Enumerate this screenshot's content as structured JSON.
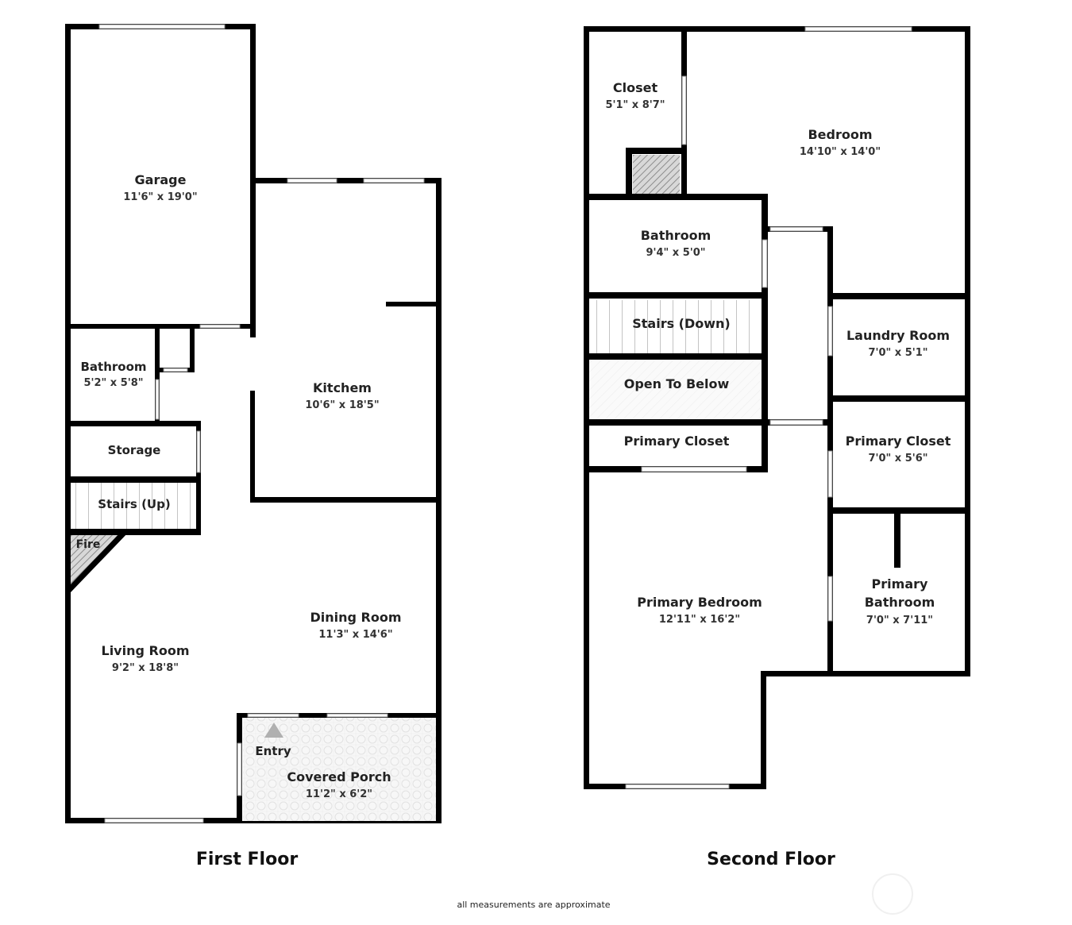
{
  "first_floor": {
    "title": "First Floor",
    "rooms": {
      "garage": {
        "name": "Garage",
        "dims": "11'6\" x 19'0\""
      },
      "kitchen": {
        "name": "Kitchem",
        "dims": "10'6\" x 18'5\""
      },
      "bathroom": {
        "name": "Bathroom",
        "dims": "5'2\" x 5'8\""
      },
      "storage": {
        "name": "Storage"
      },
      "stairs": {
        "name": "Stairs (Up)"
      },
      "fire": {
        "name": "Fire"
      },
      "living_room": {
        "name": "Living Room",
        "dims": "9'2\" x 18'8\""
      },
      "dining_room": {
        "name": "Dining Room",
        "dims": "11'3\" x 14'6\""
      },
      "entry": {
        "name": "Entry"
      },
      "covered_porch": {
        "name": "Covered Porch",
        "dims": "11'2\" x 6'2\""
      }
    }
  },
  "second_floor": {
    "title": "Second Floor",
    "rooms": {
      "closet": {
        "name": "Closet",
        "dims": "5'1\" x 8'7\""
      },
      "bedroom": {
        "name": "Bedroom",
        "dims": "14'10\" x 14'0\""
      },
      "bathroom": {
        "name": "Bathroom",
        "dims": "9'4\" x 5'0\""
      },
      "stairs": {
        "name": "Stairs (Down)"
      },
      "laundry": {
        "name": "Laundry Room",
        "dims": "7'0\" x 5'1\""
      },
      "open_below": {
        "name": "Open To Below"
      },
      "primary_closet_left": {
        "name": "Primary Closet"
      },
      "primary_closet_right": {
        "name": "Primary Closet",
        "dims": "7'0\" x 5'6\""
      },
      "primary_bathroom": {
        "name": "Primary Bathroom",
        "name_line1": "Primary",
        "name_line2": "Bathroom",
        "dims": "7'0\" x 7'11\""
      },
      "primary_bedroom": {
        "name": "Primary Bedroom",
        "dims": "12'11\" x 16'2\""
      }
    }
  },
  "footer": {
    "note": "all measurements are approximate"
  }
}
